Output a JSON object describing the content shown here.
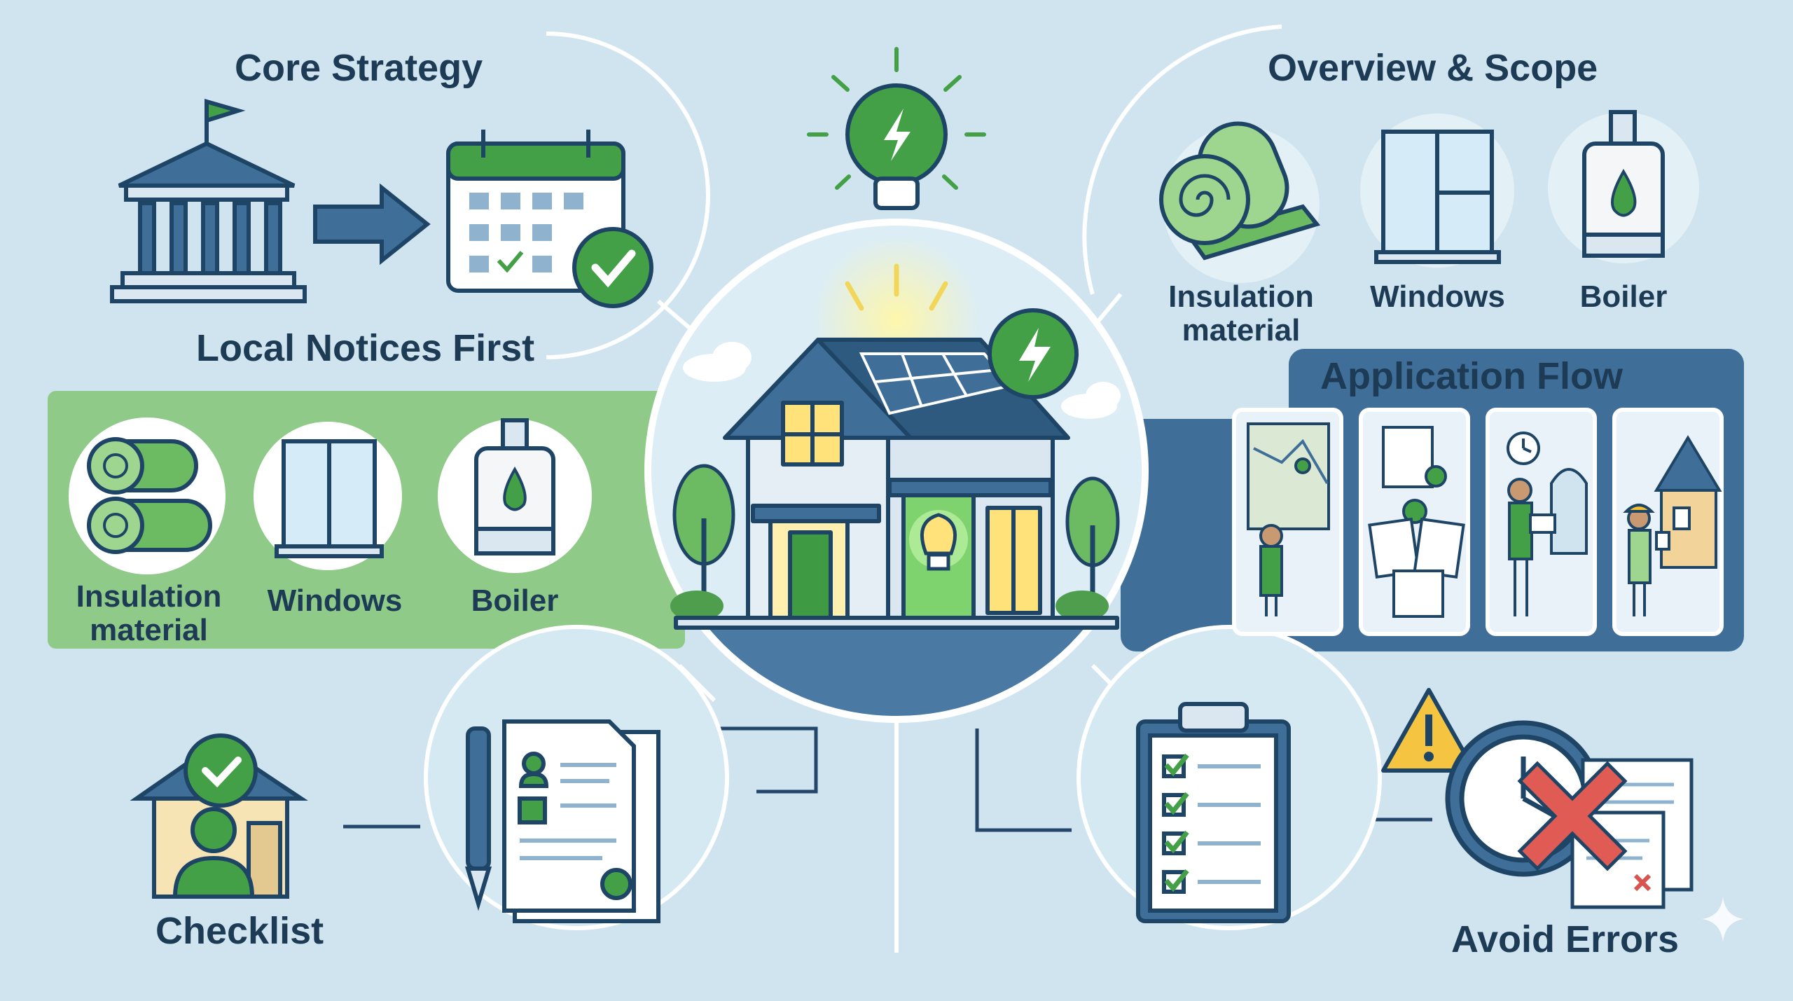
{
  "colors": {
    "background": "#cfe4ef",
    "green_band": "#8fca88",
    "blue_band": "#3f6f99",
    "accent_green": "#43a047",
    "outline_navy": "#1f4566",
    "label_text": "#1d3b55"
  },
  "center": {
    "icons": [
      "house-icon",
      "solar-panel-icon",
      "lightning-badge-icon",
      "lightbulb-icon",
      "tree-icon",
      "cloud-icon"
    ]
  },
  "core_strategy": {
    "title": "Core Strategy",
    "caption": "Local Notices First",
    "icons": [
      "government-building-icon",
      "arrow-right-icon",
      "calendar-icon",
      "check-badge-icon"
    ]
  },
  "overview_scope": {
    "title": "Overview & Scope",
    "items": [
      {
        "label": "Insulation\nmaterial",
        "icon": "insulation-roll-icon"
      },
      {
        "label": "Windows",
        "icon": "window-icon"
      },
      {
        "label": "Boiler",
        "icon": "boiler-icon"
      }
    ]
  },
  "left_band": {
    "items": [
      {
        "label": "Insulation\nmaterial",
        "icon": "insulation-rolls-icon"
      },
      {
        "label": "Windows",
        "icon": "window-icon"
      },
      {
        "label": "Boiler",
        "icon": "boiler-icon"
      }
    ]
  },
  "application_flow": {
    "title": "Application Flow",
    "steps": [
      "map-review-icon",
      "documents-icon",
      "submit-counter-icon",
      "inspector-icon"
    ]
  },
  "checklist": {
    "caption": "Checklist",
    "icons": [
      "house-person-check-icon",
      "signed-document-icon",
      "pen-icon"
    ]
  },
  "avoid_errors": {
    "caption": "Avoid Errors",
    "icons": [
      "clipboard-checklist-icon",
      "warning-icon",
      "clock-icon",
      "error-cross-icon"
    ]
  }
}
